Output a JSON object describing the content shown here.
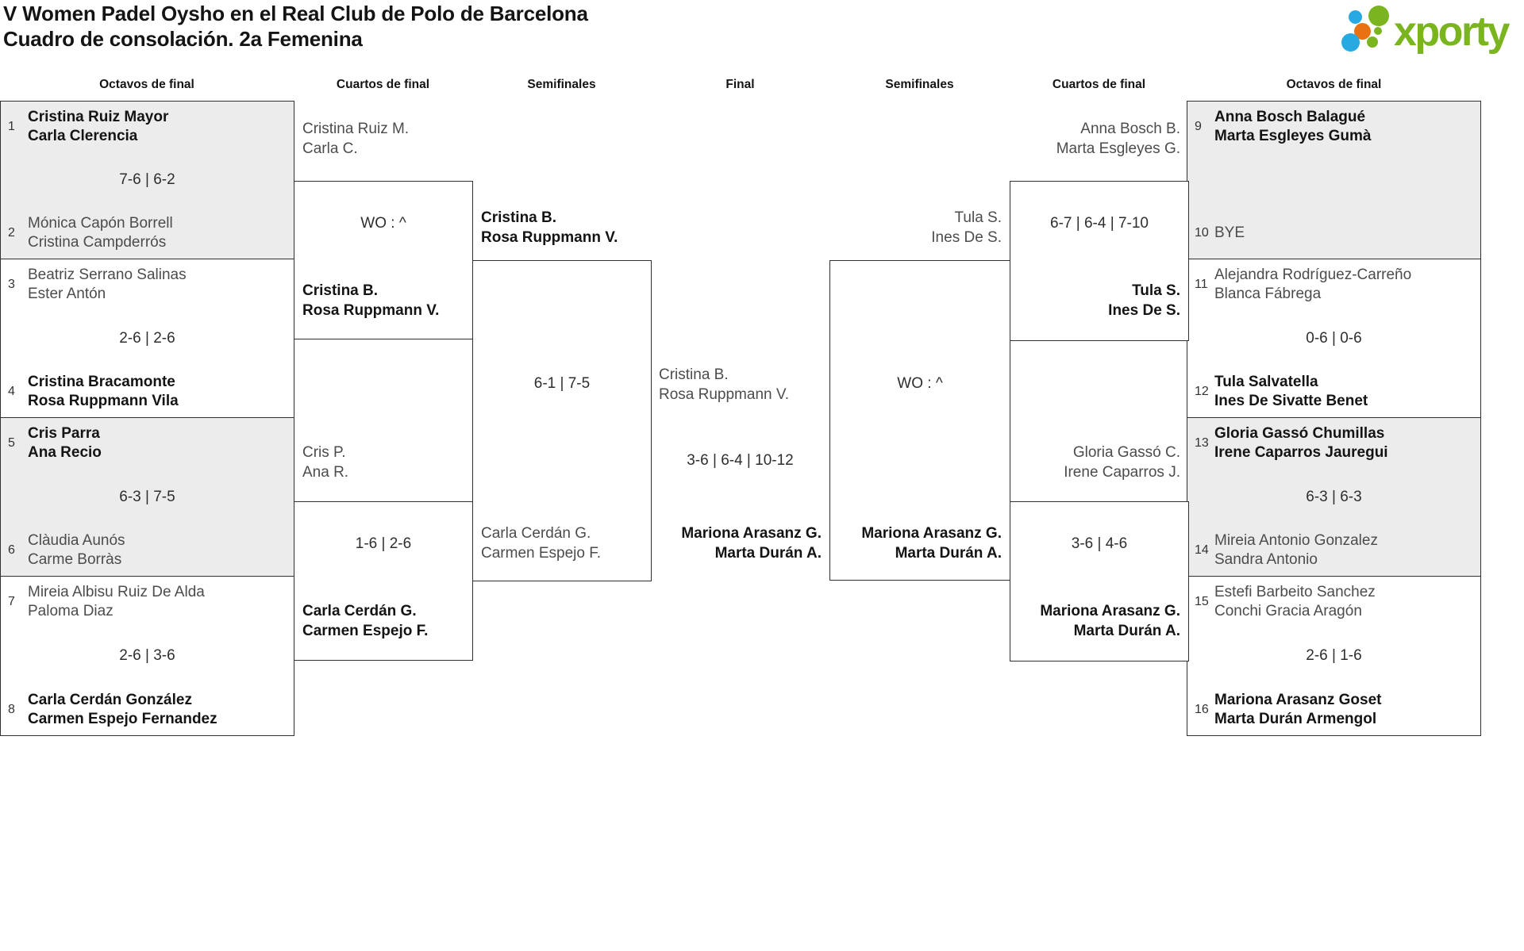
{
  "title": {
    "line1": "V Women Padel Oysho en el Real Club de Polo de Barcelona",
    "line2": "Cuadro de consolación. 2a Femenina"
  },
  "logo": {
    "wordmark": "xporty",
    "colors": {
      "green": "#7ab51f",
      "blue": "#29a9e1",
      "orange": "#e87211"
    }
  },
  "headers": [
    "Octavos de final",
    "Cuartos de final",
    "Semifinales",
    "Final",
    "Semifinales",
    "Cuartos de final",
    "Octavos de final"
  ],
  "r16_left": [
    {
      "seed_top": "1",
      "top1": "Cristina Ruiz Mayor",
      "top2": "Carla Clerencia",
      "score": "7-6 | 6-2",
      "seed_bottom": "2",
      "bottom1": "Mónica Capón Borrell",
      "bottom2": "Cristina Campderrós",
      "winner": "top"
    },
    {
      "seed_top": "3",
      "top1": "Beatriz Serrano Salinas",
      "top2": "Ester Antón",
      "score": "2-6 | 2-6",
      "seed_bottom": "4",
      "bottom1": "Cristina Bracamonte",
      "bottom2": "Rosa Ruppmann Vila",
      "winner": "bottom"
    },
    {
      "seed_top": "5",
      "top1": "Cris Parra",
      "top2": "Ana Recio",
      "score": "6-3 | 7-5",
      "seed_bottom": "6",
      "bottom1": "Clàudia Aunós",
      "bottom2": "Carme Borràs",
      "winner": "top"
    },
    {
      "seed_top": "7",
      "top1": "Mireia Albisu Ruiz De Alda",
      "top2": "Paloma Diaz",
      "score": "2-6 | 3-6",
      "seed_bottom": "8",
      "bottom1": "Carla Cerdán González",
      "bottom2": "Carmen Espejo Fernandez",
      "winner": "bottom"
    }
  ],
  "r16_right": [
    {
      "seed_top": "9",
      "top1": "Anna Bosch Balagué",
      "top2": "Marta Esgleyes Gumà",
      "score": "",
      "seed_bottom": "10",
      "bottom1": "BYE",
      "bottom2": "",
      "winner": "top"
    },
    {
      "seed_top": "11",
      "top1": "Alejandra Rodríguez-Carreño",
      "top2": "Blanca Fábrega",
      "score": "0-6 | 0-6",
      "seed_bottom": "12",
      "bottom1": "Tula Salvatella",
      "bottom2": "Ines De Sivatte Benet",
      "winner": "bottom"
    },
    {
      "seed_top": "13",
      "top1": "Gloria Gassó Chumillas",
      "top2": "Irene Caparros Jauregui",
      "score": "6-3 | 6-3",
      "seed_bottom": "14",
      "bottom1": "Mireia Antonio Gonzalez",
      "bottom2": "Sandra Antonio",
      "winner": "top"
    },
    {
      "seed_top": "15",
      "top1": "Estefi Barbeito Sanchez",
      "top2": "Conchi Gracia Aragón",
      "score": "2-6 | 1-6",
      "seed_bottom": "16",
      "bottom1": "Mariona Arasanz Goset",
      "bottom2": "Marta Durán Armengol",
      "winner": "bottom"
    }
  ],
  "qf_left": [
    {
      "top1": "Cristina Ruiz M.",
      "top2": "Carla C.",
      "score": "WO : ^",
      "bottom1": "Cristina B.",
      "bottom2": "Rosa Ruppmann V.",
      "winner": "bottom"
    },
    {
      "top1": "Cris P.",
      "top2": "Ana R.",
      "score": "1-6 | 2-6",
      "bottom1": "Carla Cerdán G.",
      "bottom2": "Carmen Espejo F.",
      "winner": "bottom"
    }
  ],
  "qf_right": [
    {
      "top1": "Anna Bosch B.",
      "top2": "Marta Esgleyes G.",
      "score": "6-7 | 6-4 | 7-10",
      "bottom1": "Tula S.",
      "bottom2": "Ines De S.",
      "winner": "bottom"
    },
    {
      "top1": "Gloria Gassó C.",
      "top2": "Irene Caparros J.",
      "score": "3-6 | 4-6",
      "bottom1": "Mariona Arasanz G.",
      "bottom2": "Marta Durán A.",
      "winner": "bottom"
    }
  ],
  "sf_left": {
    "top1": "Cristina B.",
    "top2": "Rosa Ruppmann V.",
    "score": "6-1 | 7-5",
    "bottom1": "Carla Cerdán G.",
    "bottom2": "Carmen Espejo F.",
    "winner": "top"
  },
  "sf_right": {
    "top1": "Tula S.",
    "top2": "Ines De S.",
    "score": "WO : ^",
    "bottom1": "Mariona Arasanz G.",
    "bottom2": "Marta Durán A.",
    "winner": "bottom"
  },
  "final": {
    "top1": "Cristina B.",
    "top2": "Rosa Ruppmann V.",
    "score": "3-6 | 6-4 | 10-12",
    "bottom1": "Mariona Arasanz G.",
    "bottom2": "Marta Durán A.",
    "winner": "bottom"
  }
}
